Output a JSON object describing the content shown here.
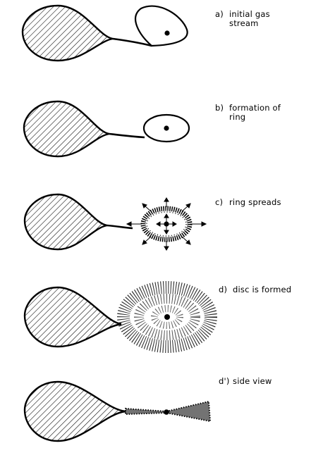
{
  "panels": [
    {
      "tag": "a)",
      "line1": "initial gas",
      "line2": "stream"
    },
    {
      "tag": "b)",
      "line1": "formation of",
      "line2": "ring"
    },
    {
      "tag": "c)",
      "line1": "ring spreads",
      "line2": ""
    },
    {
      "tag": "d)",
      "line1": "disc is formed",
      "line2": ""
    },
    {
      "tag": "d')",
      "line1": "side view",
      "line2": ""
    }
  ]
}
